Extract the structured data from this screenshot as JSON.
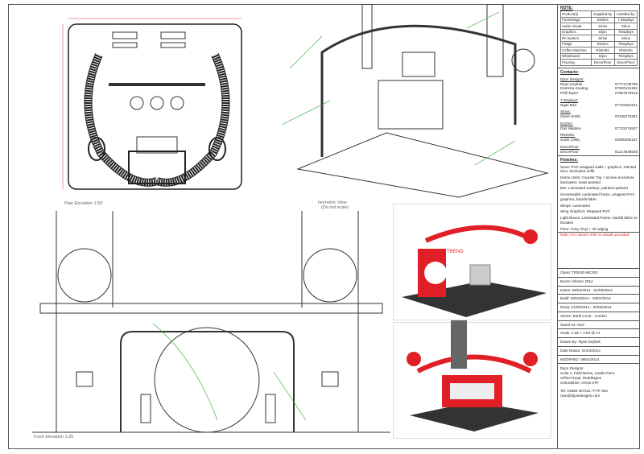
{
  "note_title": "NOTE:",
  "table": {
    "headers": [
      "Product(s)",
      "Supplied by",
      "Installed by"
    ],
    "rows": [
      [
        "Furnishings",
        "DeZins",
        "7 Displays"
      ],
      [
        "Audio Visual",
        "Sirius",
        "Sirius"
      ],
      [
        "Graphics",
        "Dijon",
        "7Displays"
      ],
      [
        "PA System",
        "Sirius",
        "Sirius"
      ],
      [
        "Fridge",
        "DeZins",
        "7Displays"
      ],
      [
        "Coffee Machine",
        "Ristretto",
        "Ristretto"
      ],
      [
        "Whiteboard",
        "Dijon",
        "7Displays"
      ],
      [
        "Flooring",
        "DecorFloor",
        "DecorFloor"
      ]
    ]
  },
  "contacts_title": "Contacts:",
  "contacts": [
    {
      "company": "Dijon Designs:",
      "people": [
        [
          "Ryan Keybok",
          "07771736765"
        ],
        [
          "Dorrelza Keating",
          "07920191282"
        ],
        [
          "Phill Taylor",
          "07957572915"
        ]
      ]
    },
    {
      "company": "7 Displays:",
      "people": [
        [
          "Nigel Bird",
          "07732281541"
        ]
      ]
    },
    {
      "company": "Sirius:",
      "people": [
        [
          "Gavin Smith",
          "07436270281"
        ]
      ]
    },
    {
      "company": "DeZins:",
      "people": [
        [
          "Dan Watkins",
          "07732276837"
        ]
      ]
    },
    {
      "company": "Ristretto:",
      "people": [
        [
          "Suzie Jolley",
          "02085490167"
        ]
      ]
    },
    {
      "company": "DecorFloor:",
      "people": [
        [
          "DecorFloor",
          "01217848546"
        ]
      ]
    }
  ],
  "finishes_title": "Finishes:",
  "finishes": [
    "Store: PVC wrapped walls + graphics. Painted door, laminated soffit",
    "Demo Units: Counter Top + screen enclosure laminated, mass painted",
    "Bar: Laminated worktop, painted upstand",
    "Screenwalls: Laminated frame, wrapped PVC graphics, backlit fabric",
    "Wings: Laminated",
    "Wing Graphics: Wrapped PVC",
    "Light Boxes: Laminated Frame, backlit fabric to facades",
    "Floor: Grey Vinyl + All edging"
  ],
  "finishes_note": "Note: For colours refer to visuals provided",
  "info": {
    "client": "Client: TREND MICRO",
    "event": "Event: Infosec 2014",
    "dates": "Dates: 29/04/2014 - 01/05/2014",
    "build": "Build: 28/04/2014 - 28/04/2014",
    "derig": "Derig: 01/05/2014 - 02/05/2014",
    "venue": "Venue: Earls Court - London",
    "stand": "Stand no: G10",
    "scale": "Scale: 1:25 + 1:50 @ A1",
    "drawn_by": "Drawn By: Ryan Keybok",
    "date_drawn": "Date Drawn: 01/04/2014",
    "modified": "MODIFIED: 08/04/2014"
  },
  "address": [
    "Dijon Designs",
    "Suite 1, Field Barns, Castle Farm",
    "Clifton Road, Deddington",
    "Oxfordshire, OX15 0TP"
  ],
  "contact_line": [
    "Tel: 01869 337311 / FTP Site",
    "ryan@dijondesigns.com"
  ],
  "captions": {
    "plan": "Plan Elevation 1:50",
    "iso": "Isometric View",
    "iso_sub": "(Do not scale)",
    "front": "Front Elevation 1:25"
  },
  "brand": "TREND",
  "colors": {
    "accent": "#e01f26",
    "dim": "#d33",
    "leader": "#2a2"
  }
}
